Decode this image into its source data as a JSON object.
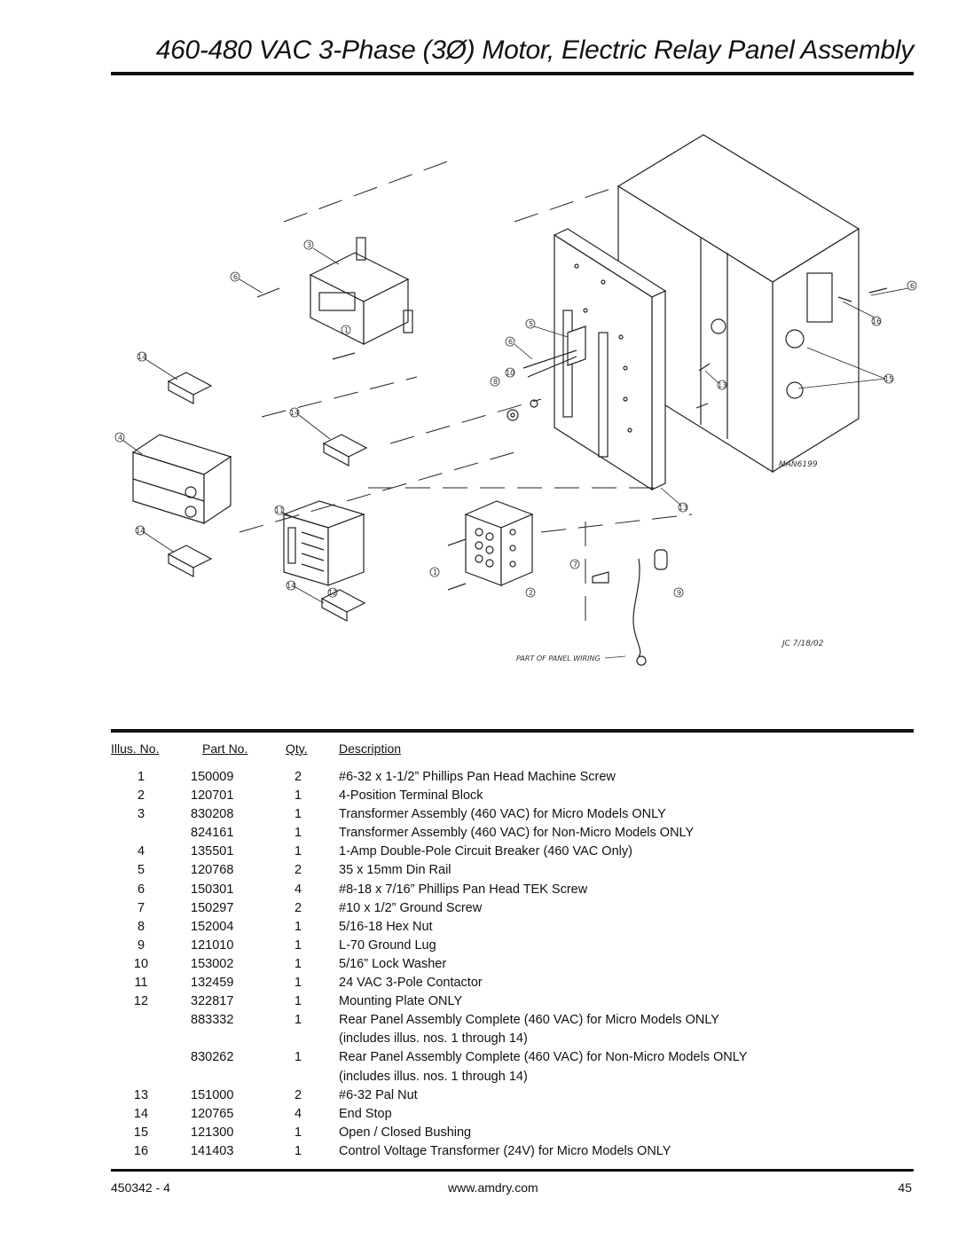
{
  "page": {
    "title": "460-480 VAC 3-Phase (3Ø) Motor, Electric Relay Panel Assembly"
  },
  "drawing": {
    "drawing_number": "MAN6199",
    "date_stamp": "JC 7/18/02",
    "wiring_note": "PART OF PANEL WIRING",
    "callouts": [
      "1",
      "1",
      "2",
      "3",
      "4",
      "5",
      "6",
      "6",
      "6",
      "7",
      "8",
      "9",
      "10",
      "11",
      "12",
      "13",
      "13",
      "14",
      "14",
      "14",
      "14",
      "15",
      "16"
    ]
  },
  "parts_table": {
    "headers": {
      "illus": "Illus. No.",
      "part": "Part No.",
      "qty": "Qty.",
      "desc": "Description"
    },
    "rows": [
      {
        "illus": "1",
        "part": "150009",
        "qty": "2",
        "desc": "#6-32 x 1-1/2” Phillips Pan Head Machine Screw"
      },
      {
        "illus": "2",
        "part": "120701",
        "qty": "1",
        "desc": "4-Position Terminal Block"
      },
      {
        "illus": "3",
        "part": "830208",
        "qty": "1",
        "desc": "Transformer Assembly (460 VAC) for Micro Models ONLY"
      },
      {
        "illus": "",
        "part": "824161",
        "qty": "1",
        "desc": "Transformer Assembly (460 VAC) for Non-Micro Models ONLY"
      },
      {
        "illus": "4",
        "part": "135501",
        "qty": "1",
        "desc": "1-Amp Double-Pole Circuit Breaker (460 VAC Only)"
      },
      {
        "illus": "5",
        "part": "120768",
        "qty": "2",
        "desc": "35 x 15mm Din Rail"
      },
      {
        "illus": "6",
        "part": "150301",
        "qty": "4",
        "desc": "#8-18 x 7/16” Phillips Pan Head TEK Screw"
      },
      {
        "illus": "7",
        "part": "150297",
        "qty": "2",
        "desc": "#10 x 1/2” Ground Screw"
      },
      {
        "illus": "8",
        "part": "152004",
        "qty": "1",
        "desc": "5/16-18 Hex Nut"
      },
      {
        "illus": "9",
        "part": "121010",
        "qty": "1",
        "desc": "L-70 Ground Lug"
      },
      {
        "illus": "10",
        "part": "153002",
        "qty": "1",
        "desc": "5/16” Lock Washer"
      },
      {
        "illus": "11",
        "part": "132459",
        "qty": "1",
        "desc": "24 VAC 3-Pole Contactor"
      },
      {
        "illus": "12",
        "part": "322817",
        "qty": "1",
        "desc": "Mounting Plate ONLY"
      },
      {
        "illus": "",
        "part": "883332",
        "qty": "1",
        "desc": "Rear Panel Assembly Complete (460 VAC) for Micro Models ONLY"
      },
      {
        "illus": "",
        "part": "",
        "qty": "",
        "desc": "(includes illus. nos. 1 through 14)"
      },
      {
        "illus": "",
        "part": "830262",
        "qty": "1",
        "desc": "Rear Panel Assembly Complete (460 VAC) for Non-Micro Models ONLY"
      },
      {
        "illus": "",
        "part": "",
        "qty": "",
        "desc": "(includes illus. nos. 1 through 14)"
      },
      {
        "illus": "13",
        "part": "151000",
        "qty": "2",
        "desc": "#6-32 Pal Nut"
      },
      {
        "illus": "14",
        "part": "120765",
        "qty": "4",
        "desc": "End Stop"
      },
      {
        "illus": "15",
        "part": "121300",
        "qty": "1",
        "desc": "Open / Closed Bushing"
      },
      {
        "illus": "16",
        "part": "141403",
        "qty": "1",
        "desc": "Control Voltage Transformer (24V) for Micro Models ONLY"
      }
    ]
  },
  "footer": {
    "doc_number": "450342 - 4",
    "website": "www.amdry.com",
    "page_number": "45"
  }
}
